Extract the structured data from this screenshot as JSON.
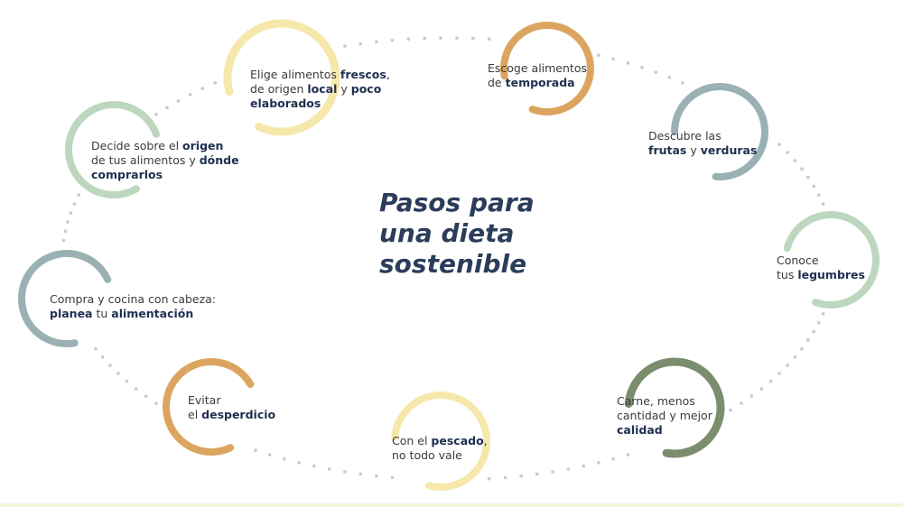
{
  "title": {
    "line1": "Pasos para",
    "line2": "una dieta",
    "line3": "sostenible"
  },
  "colors": {
    "title": "#2b3d5a",
    "bold_text": "#1e2f50",
    "dots": "#c9cdd1",
    "yellow": "#f5e6a6",
    "orange": "#dba55e",
    "blue_grey": "#98b0b3",
    "light_green": "#bcd6be",
    "dark_green": "#7a8c6c"
  },
  "steps": [
    {
      "icon": "yellow-ring-icon",
      "color": "#f6e8ab",
      "lines": [
        [
          {
            "t": "Elige alimentos ",
            "b": false
          },
          {
            "t": "frescos",
            "b": true
          },
          {
            "t": ",",
            "b": false
          }
        ],
        [
          {
            "t": "de origen ",
            "b": false
          },
          {
            "t": "local",
            "b": true
          },
          {
            "t": " y ",
            "b": false
          },
          {
            "t": "poco",
            "b": true
          }
        ],
        [
          {
            "t": "elaborados",
            "b": true
          }
        ]
      ]
    },
    {
      "icon": "orange-ring-icon",
      "color": "#dca55f",
      "lines": [
        [
          {
            "t": "Escoge alimentos",
            "b": false
          }
        ],
        [
          {
            "t": "de ",
            "b": false
          },
          {
            "t": "temporada",
            "b": true
          }
        ]
      ]
    },
    {
      "icon": "blue-grey-ring-icon",
      "color": "#9ab1b4",
      "lines": [
        [
          {
            "t": "Descubre las",
            "b": false
          }
        ],
        [
          {
            "t": "frutas",
            "b": true
          },
          {
            "t": " y ",
            "b": false
          },
          {
            "t": "verduras",
            "b": true
          }
        ]
      ]
    },
    {
      "icon": "light-green-ring-icon",
      "color": "#bdd7bf",
      "lines": [
        [
          {
            "t": "Conoce",
            "b": false
          }
        ],
        [
          {
            "t": "tus ",
            "b": false
          },
          {
            "t": "legumbres",
            "b": true
          }
        ]
      ]
    },
    {
      "icon": "dark-green-ring-icon",
      "color": "#7b8d6d",
      "lines": [
        [
          {
            "t": "Carne, menos",
            "b": false
          }
        ],
        [
          {
            "t": "cantidad y mejor",
            "b": false
          }
        ],
        [
          {
            "t": "calidad",
            "b": true
          }
        ]
      ]
    },
    {
      "icon": "yellow-ring-icon",
      "color": "#f6e8ab",
      "lines": [
        [
          {
            "t": "Con el ",
            "b": false
          },
          {
            "t": "pescado",
            "b": true
          },
          {
            "t": ",",
            "b": false
          }
        ],
        [
          {
            "t": "no todo vale",
            "b": false
          }
        ]
      ]
    },
    {
      "icon": "orange-ring-icon",
      "color": "#dca55f",
      "lines": [
        [
          {
            "t": "Evitar",
            "b": false
          }
        ],
        [
          {
            "t": "el ",
            "b": false
          },
          {
            "t": "desperdicio",
            "b": true
          }
        ]
      ]
    },
    {
      "icon": "blue-grey-ring-icon",
      "color": "#9ab1b4",
      "lines": [
        [
          {
            "t": "Compra y cocina con cabeza:",
            "b": false
          }
        ],
        [
          {
            "t": "planea",
            "b": true
          },
          {
            "t": " tu ",
            "b": false
          },
          {
            "t": "alimentación",
            "b": true
          }
        ]
      ]
    },
    {
      "icon": "light-green-ring-icon",
      "color": "#bdd7bf",
      "lines": [
        [
          {
            "t": "Decide sobre el ",
            "b": false
          },
          {
            "t": "origen",
            "b": true
          }
        ],
        [
          {
            "t": "de tus alimentos y ",
            "b": false
          },
          {
            "t": "dónde",
            "b": true
          }
        ],
        [
          {
            "t": "comprarlos",
            "b": true
          }
        ]
      ]
    }
  ]
}
